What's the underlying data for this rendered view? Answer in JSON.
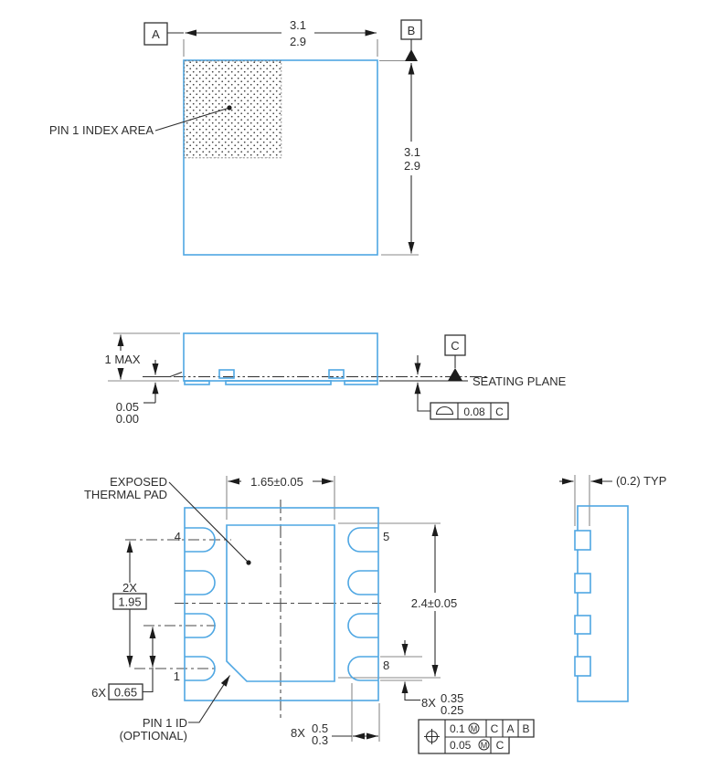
{
  "colors": {
    "outline_blue": "#4FA7E3",
    "dimension_dark": "#2e2e2e",
    "extension_gray": "#8a8a8a"
  },
  "top_view": {
    "datum_a": "A",
    "datum_b": "B",
    "width_max": "3.1",
    "width_min": "2.9",
    "height_max": "3.1",
    "height_min": "2.9",
    "pin1_index_label": "PIN 1 INDEX AREA"
  },
  "side_view": {
    "max_height": "1 MAX",
    "standoff_max": "0.05",
    "standoff_min": "0.00",
    "datum_c": "C",
    "seating_plane_label": "SEATING PLANE",
    "flatness_tolerance": "0.08",
    "flatness_datum": "C"
  },
  "bottom_view": {
    "exposed_pad_label_line1": "EXPOSED",
    "exposed_pad_label_line2": "THERMAL PAD",
    "pad_width": "1.65±0.05",
    "pad_length": "2.4±0.05",
    "pin4": "4",
    "pin5": "5",
    "pin1": "1",
    "pin8": "8",
    "span_qty": "2X",
    "span": "1.95",
    "pitch_qty": "6X",
    "pitch": "0.65",
    "lead_width_qty": "8X",
    "lead_width_max": "0.35",
    "lead_width_min": "0.25",
    "lead_length_qty": "8X",
    "lead_length_max": "0.5",
    "lead_length_min": "0.3",
    "pin1_id_label_line1": "PIN 1 ID",
    "pin1_id_label_line2": "(OPTIONAL)",
    "position_frame": {
      "tolerance1": "0.1",
      "modifier1": "M",
      "datum1": "C",
      "datum2": "A",
      "datum3": "B",
      "tolerance2": "0.05",
      "modifier2": "M",
      "datum4": "C"
    }
  },
  "detail_view": {
    "lead_thickness": "(0.2) TYP"
  }
}
